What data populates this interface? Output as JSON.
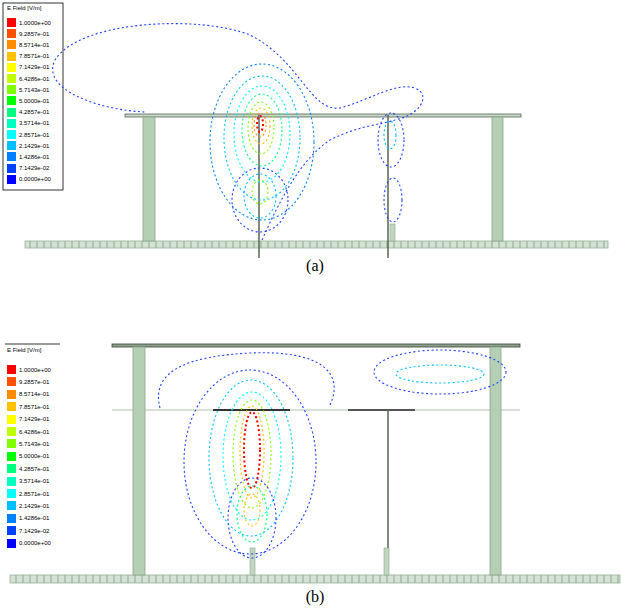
{
  "diagram": {
    "labels": [
      "E Field [V/m]",
      "(a)",
      "E Field [V/m]",
      "(b)"
    ],
    "legend": [
      {
        "text": "1.0000e+00",
        "color": "#ff0000"
      },
      {
        "text": "9.2857e-01",
        "color": "#ff5000"
      },
      {
        "text": "8.5714e-01",
        "color": "#ff8c00"
      },
      {
        "text": "7.8571e-01",
        "color": "#ffc000"
      },
      {
        "text": "7.1429e-01",
        "color": "#ffff00"
      },
      {
        "text": "6.4286e-01",
        "color": "#c0ff00"
      },
      {
        "text": "5.7143e-01",
        "color": "#80ff00"
      },
      {
        "text": "5.0000e-01",
        "color": "#00ff00"
      },
      {
        "text": "4.2857e-01",
        "color": "#00ff80"
      },
      {
        "text": "3.5714e-01",
        "color": "#00ffc0"
      },
      {
        "text": "2.8571e-01",
        "color": "#00ffff"
      },
      {
        "text": "2.1429e-01",
        "color": "#00c0ff"
      },
      {
        "text": "1.4286e-01",
        "color": "#0080ff"
      },
      {
        "text": "7.1429e-02",
        "color": "#0040ff"
      },
      {
        "text": "0.0000e+00",
        "color": "#0000ff"
      },
      {
        "text": "1.0000e+00",
        "color": "#ff0000"
      },
      {
        "text": "9.2857e-01",
        "color": "#ff5000"
      },
      {
        "text": "8.5714e-01",
        "color": "#ff8c00"
      },
      {
        "text": "7.8571e-01",
        "color": "#ffc000"
      },
      {
        "text": "7.1429e-01",
        "color": "#ffff00"
      },
      {
        "text": "6.4286e-01",
        "color": "#c0ff00"
      },
      {
        "text": "5.7143e-01",
        "color": "#80ff00"
      },
      {
        "text": "5.0000e-01",
        "color": "#00ff00"
      },
      {
        "text": "4.2857e-01",
        "color": "#00ff80"
      },
      {
        "text": "3.5714e-01",
        "color": "#00ffc0"
      },
      {
        "text": "2.8571e-01",
        "color": "#00ffff"
      },
      {
        "text": "2.1429e-01",
        "color": "#00c0ff"
      },
      {
        "text": "1.4286e-01",
        "color": "#0080ff"
      },
      {
        "text": "7.1429e-02",
        "color": "#0040ff"
      },
      {
        "text": "0.0000e+00",
        "color": "#0000ff"
      }
    ]
  }
}
